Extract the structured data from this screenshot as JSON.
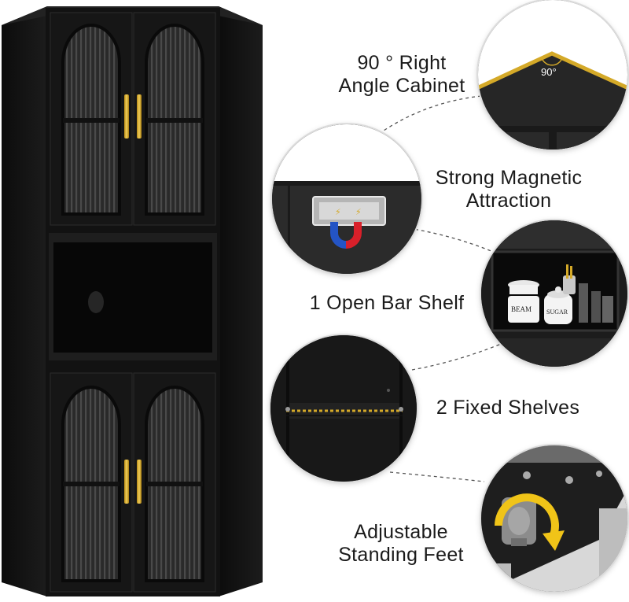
{
  "features": [
    {
      "id": "angle",
      "label_line1": "90 ° Right",
      "label_line2": "Angle Cabinet",
      "badge": "90°"
    },
    {
      "id": "magnet",
      "label_line1": "Strong Magnetic",
      "label_line2": "Attraction"
    },
    {
      "id": "open-shelf",
      "label_line1": "1 Open Bar Shelf",
      "label_line2": "",
      "jar_texts": [
        "BEAM",
        "SUGAR"
      ]
    },
    {
      "id": "fixed-shelves",
      "label_line1": "2 Fixed Shelves",
      "label_line2": ""
    },
    {
      "id": "feet",
      "label_line1": "Adjustable",
      "label_line2": "Standing Feet"
    }
  ],
  "colors": {
    "cabinet": "#141414",
    "accent_gold": "#d4a928",
    "magnet_red": "#d8202a",
    "magnet_blue": "#2454c4"
  },
  "icons": [
    "handle-icon",
    "magnet-icon",
    "rotate-arrow-icon"
  ]
}
